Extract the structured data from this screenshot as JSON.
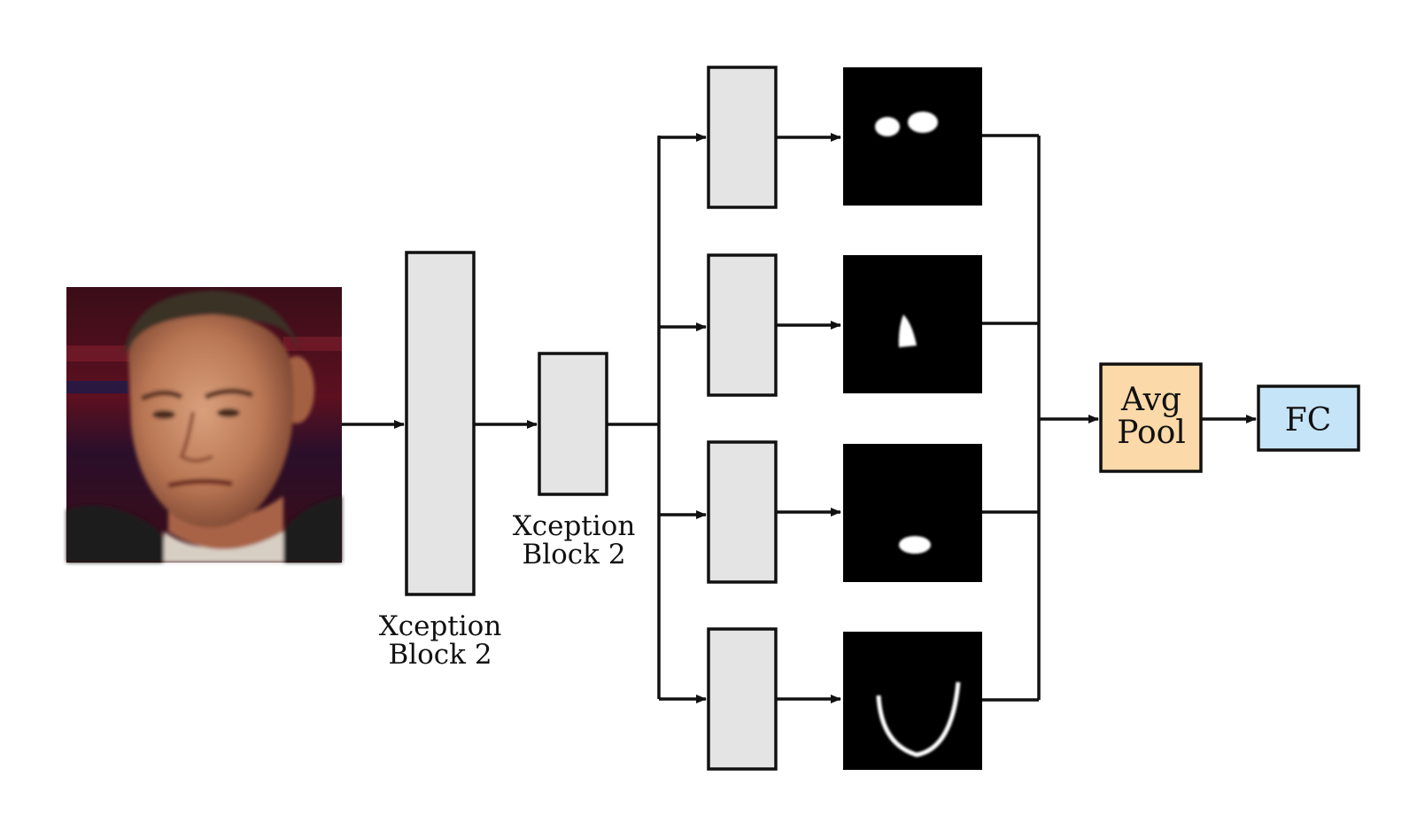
{
  "labels": {
    "block_a_line1": "Xception",
    "block_a_line2": "Block 2",
    "block_b_line1": "Xception",
    "block_b_line2": "Block 2",
    "avgpool_line1": "Avg",
    "avgpool_line2": "Pool",
    "fc": "FC"
  },
  "colors": {
    "block_fill": "#e4e4e4",
    "stroke": "#111111",
    "avgpool_fill": "#fcd9a8",
    "fc_fill": "#c6e4f7",
    "mask_bg": "#000000",
    "mask_fg": "#ffffff"
  },
  "input_image": "face-photo",
  "branches": [
    {
      "mask": "eyes-mask"
    },
    {
      "mask": "nose-mask"
    },
    {
      "mask": "mouth-mask"
    },
    {
      "mask": "jaw-contour-mask"
    }
  ]
}
